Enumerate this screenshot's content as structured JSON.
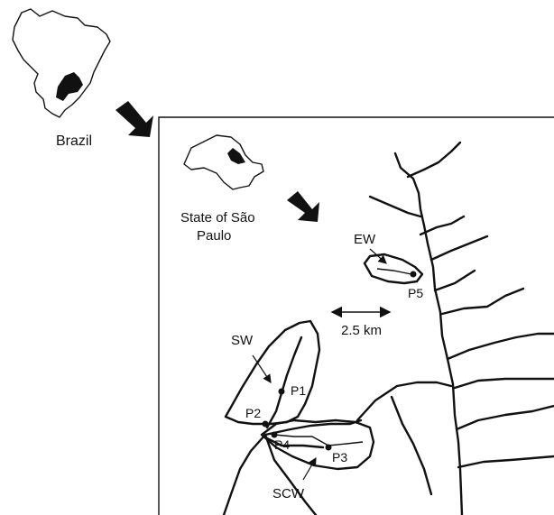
{
  "labels": {
    "country": "Brazil",
    "state_line1": "State of São",
    "state_line2": "Paulo",
    "scale": "2.5 km",
    "watersheds": {
      "sw": "SW",
      "ew": "EW",
      "scw": "SCW"
    },
    "points": {
      "p1": "P1",
      "p2": "P2",
      "p3": "P3",
      "p4": "P4",
      "p5": "P5"
    }
  },
  "colors": {
    "ink": "#111111",
    "background": "#ffffff"
  }
}
